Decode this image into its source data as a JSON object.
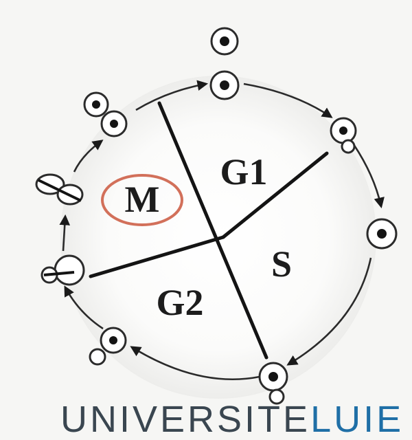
{
  "diagram": {
    "phases": [
      "M",
      "G1",
      "S",
      "G2"
    ],
    "highlighted_phase": "M"
  },
  "colors": {
    "highlight": "#d2705a",
    "line": "#1a1a1a",
    "background": "#f6f6f4",
    "footer_main": "#3a4650",
    "footer_accent": "#1f6fa6"
  },
  "footer": {
    "main": "UNIVERSITE",
    "accent": "LUIE"
  }
}
